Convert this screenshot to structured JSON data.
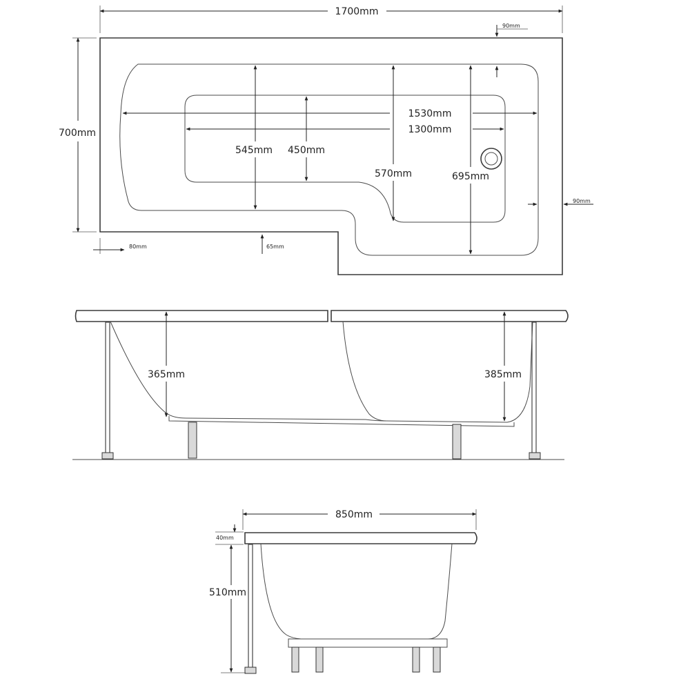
{
  "plan": {
    "overall_length": "1700mm",
    "overall_width": "700mm",
    "rim_top": "90mm",
    "rim_right": "90mm",
    "inner_length_top": "1530mm",
    "inner_length_base": "1300mm",
    "width_545": "545mm",
    "width_450": "450mm",
    "width_570": "570mm",
    "width_695": "695mm",
    "rim_left": "80mm",
    "rim_step": "65mm"
  },
  "side": {
    "depth_left": "365mm",
    "depth_right": "385mm"
  },
  "end": {
    "width": "850mm",
    "rim_thickness": "40mm",
    "height": "510mm"
  }
}
